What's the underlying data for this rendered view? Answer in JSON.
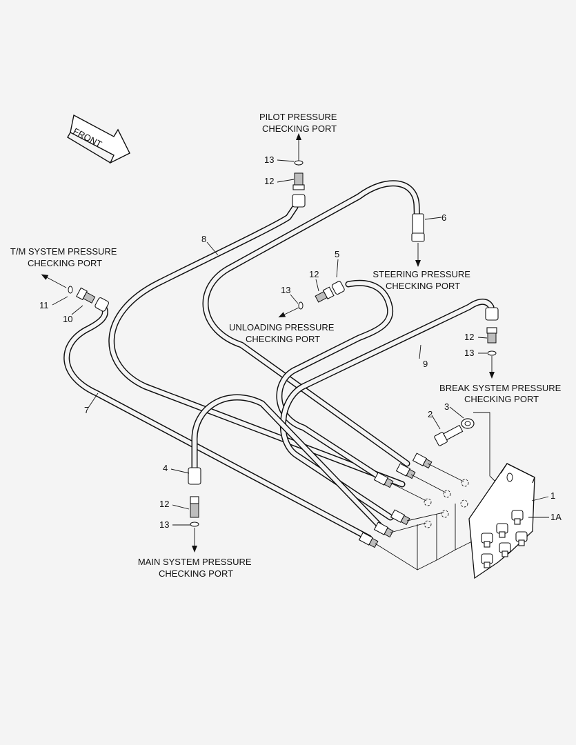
{
  "front_label": "FRONT",
  "ports": {
    "pilot": [
      "PILOT PRESSURE",
      "CHECKING PORT"
    ],
    "tm": [
      "T/M SYSTEM PRESSURE",
      "CHECKING PORT"
    ],
    "steering": [
      "STEERING PRESSURE",
      "CHECKING PORT"
    ],
    "unloading": [
      "UNLOADING PRESSURE",
      "CHECKING PORT"
    ],
    "brake": [
      "BREAK SYSTEM PRESSURE",
      "CHECKING PORT"
    ],
    "main": [
      "MAIN SYSTEM PRESSURE",
      "CHECKING PORT"
    ]
  },
  "callouts": {
    "n1": "1",
    "n1a": "1A",
    "n2": "2",
    "n3": "3",
    "n4": "4",
    "n5": "5",
    "n6": "6",
    "n7": "7",
    "n8": "8",
    "n9": "9",
    "n10": "10",
    "n11": "11",
    "n12": "12",
    "n13": "13"
  },
  "colors": {
    "line": "#111111",
    "background": "#f4f4f4",
    "thread": "#bdbdbd"
  }
}
